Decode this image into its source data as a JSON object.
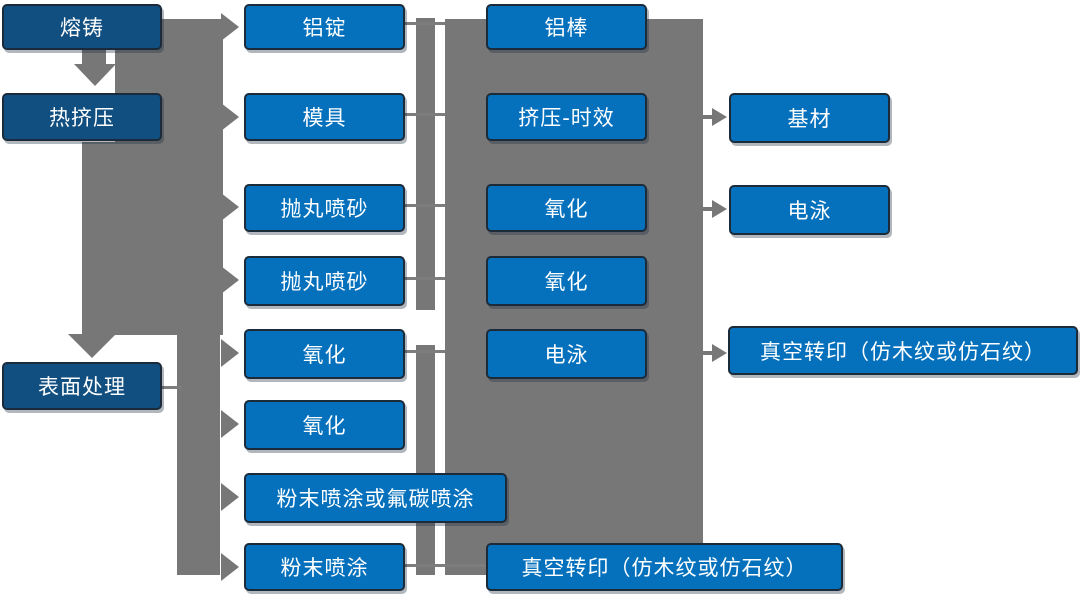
{
  "diagram_type": "process-flowchart",
  "language": "zh-CN",
  "colors": {
    "node_fill": "#0571bd",
    "node_fill_dark": "#114f80",
    "node_border": "#1c2b3a",
    "node_text": "#ffffff",
    "connector": "#777777",
    "background": "#ffffff"
  },
  "columns": {
    "c1": [
      {
        "id": "melt-casting",
        "label": "熔铸"
      },
      {
        "id": "hot-extrusion",
        "label": "热挤压"
      },
      {
        "id": "surface-treatment",
        "label": "表面处理"
      }
    ],
    "c2": [
      {
        "id": "aluminum-ingot",
        "label": "铝锭"
      },
      {
        "id": "mold",
        "label": "模具"
      },
      {
        "id": "shot-blast-sandblast-1",
        "label": "抛丸喷砂"
      },
      {
        "id": "shot-blast-sandblast-2",
        "label": "抛丸喷砂"
      },
      {
        "id": "oxidation-a",
        "label": "氧化"
      },
      {
        "id": "oxidation-b",
        "label": "氧化"
      },
      {
        "id": "powder-or-fluorocarbon-coating",
        "label": "粉末喷涂或氟碳喷涂"
      },
      {
        "id": "powder-coating",
        "label": "粉末喷涂"
      }
    ],
    "c3": [
      {
        "id": "aluminum-rod",
        "label": "铝棒"
      },
      {
        "id": "extrusion-aging",
        "label": "挤压-时效"
      },
      {
        "id": "oxidation-c",
        "label": "氧化"
      },
      {
        "id": "oxidation-d",
        "label": "氧化"
      },
      {
        "id": "electrophoresis-a",
        "label": "电泳"
      },
      {
        "id": "vacuum-transfer-print-a",
        "label": "真空转印（仿木纹或仿石纹）"
      }
    ],
    "c4": [
      {
        "id": "base-material",
        "label": "基材"
      },
      {
        "id": "electrophoresis-b",
        "label": "电泳"
      },
      {
        "id": "vacuum-transfer-print-b",
        "label": "真空转印（仿木纹或仿石纹）"
      }
    ]
  },
  "edges": [
    {
      "from": "melt-casting",
      "to": "aluminum-ingot"
    },
    {
      "from": "melt-casting",
      "to": "hot-extrusion"
    },
    {
      "from": "hot-extrusion",
      "to": "mold"
    },
    {
      "from": "hot-extrusion",
      "to": "shot-blast-sandblast-1"
    },
    {
      "from": "hot-extrusion",
      "to": "shot-blast-sandblast-2"
    },
    {
      "from": "hot-extrusion",
      "to": "surface-treatment"
    },
    {
      "from": "surface-treatment",
      "to": "oxidation-a"
    },
    {
      "from": "surface-treatment",
      "to": "oxidation-b"
    },
    {
      "from": "surface-treatment",
      "to": "powder-or-fluorocarbon-coating"
    },
    {
      "from": "surface-treatment",
      "to": "powder-coating"
    },
    {
      "from": "aluminum-ingot",
      "to": "aluminum-rod"
    },
    {
      "from": "mold",
      "to": "extrusion-aging"
    },
    {
      "from": "shot-blast-sandblast-1",
      "to": "oxidation-c"
    },
    {
      "from": "shot-blast-sandblast-2",
      "to": "oxidation-d"
    },
    {
      "from": "oxidation-a",
      "to": "electrophoresis-a"
    },
    {
      "from": "powder-coating",
      "to": "vacuum-transfer-print-a"
    },
    {
      "from": "extrusion-aging",
      "to": "base-material"
    },
    {
      "from": "oxidation-c",
      "to": "electrophoresis-b"
    },
    {
      "from": "electrophoresis-a",
      "to": "vacuum-transfer-print-b"
    }
  ]
}
